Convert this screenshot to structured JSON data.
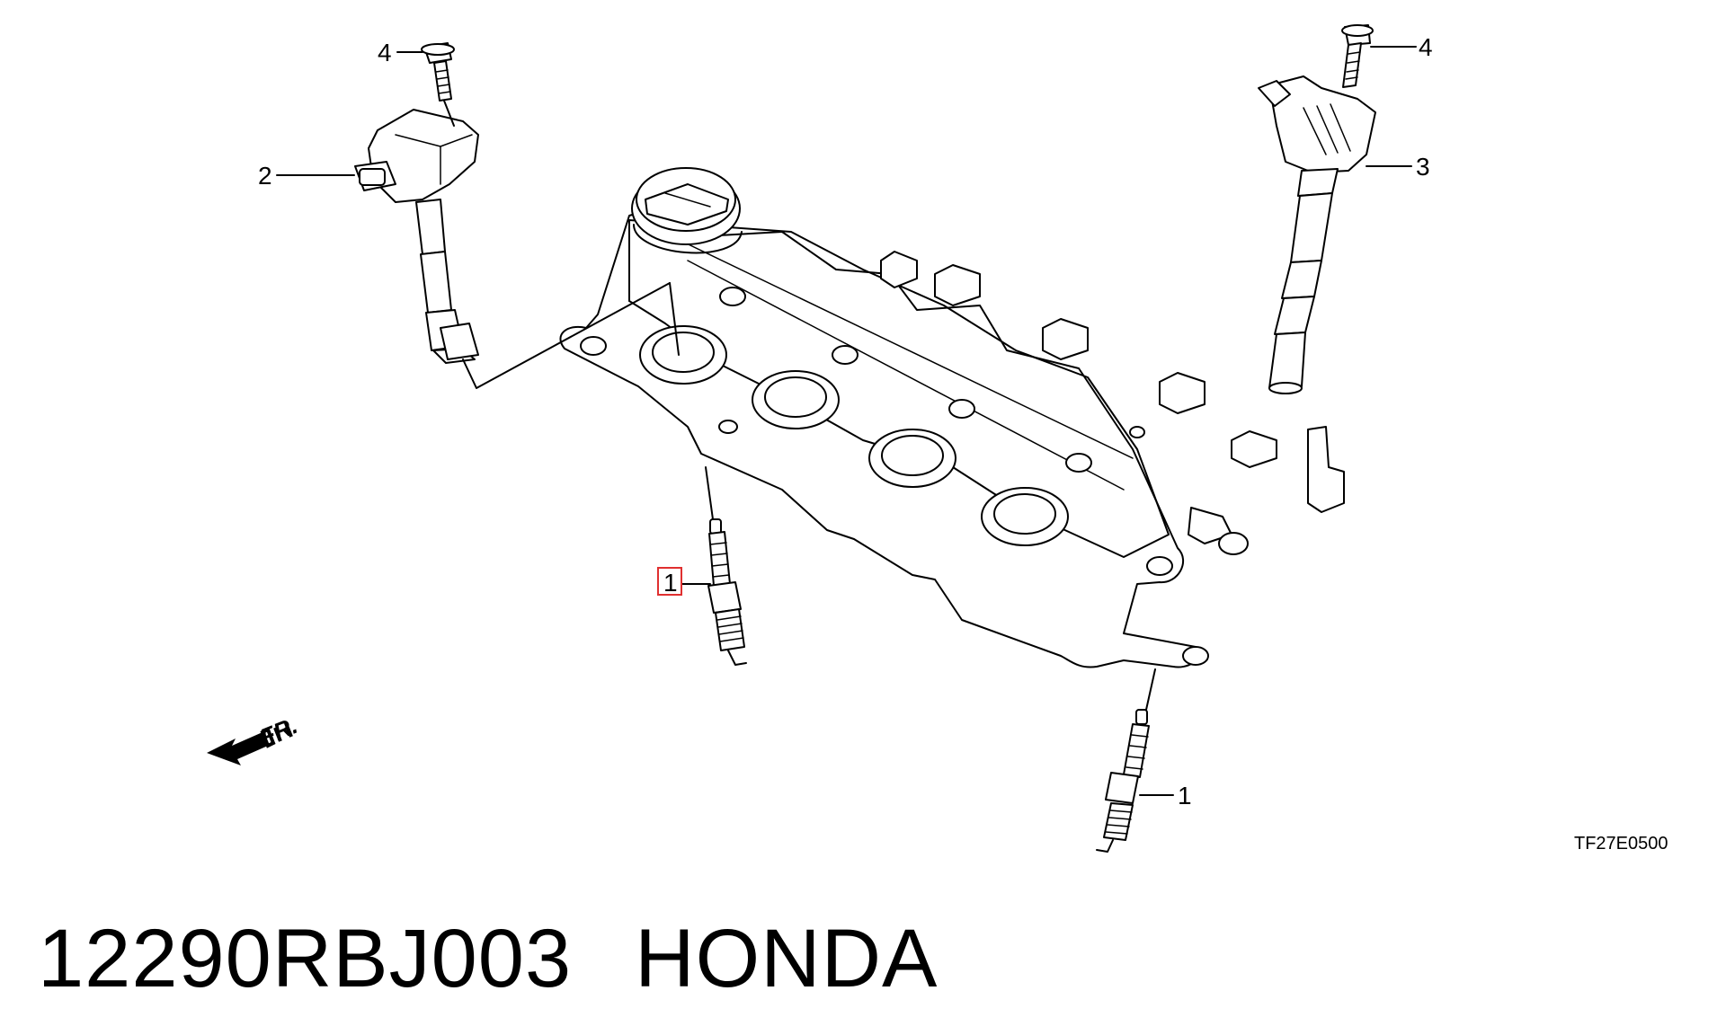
{
  "diagram": {
    "callouts": {
      "spark_plug_front": "1",
      "spark_plug_rear": "1",
      "ignition_coil_left": "2",
      "ignition_coil_right": "3",
      "bolt_left": "4",
      "bolt_right": "4"
    },
    "direction_label": "FR.",
    "drawing_code": "TF27E0500",
    "highlight_color": "#e03030"
  },
  "footer": {
    "part_number": "12290RBJ003",
    "brand": "HONDA"
  }
}
